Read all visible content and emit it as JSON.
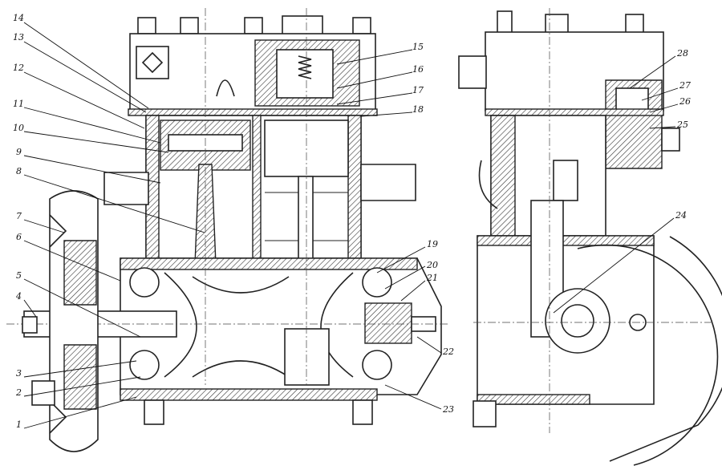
{
  "title": "Air compressor assembly drawing — longitudinal and transverse sections",
  "callouts": {
    "1": "1",
    "2": "2",
    "3": "3",
    "4": "4",
    "5": "5",
    "6": "6",
    "7": "7",
    "8": "8",
    "9": "9",
    "10": "10",
    "11": "11",
    "12": "12",
    "13": "13",
    "14": "14",
    "15": "15",
    "16": "16",
    "17": "17",
    "18": "18",
    "19": "19",
    "20": "20",
    "21": "21",
    "22": "22",
    "23": "23",
    "24": "24",
    "25": "25",
    "26": "26",
    "27": "27",
    "28": "28"
  }
}
